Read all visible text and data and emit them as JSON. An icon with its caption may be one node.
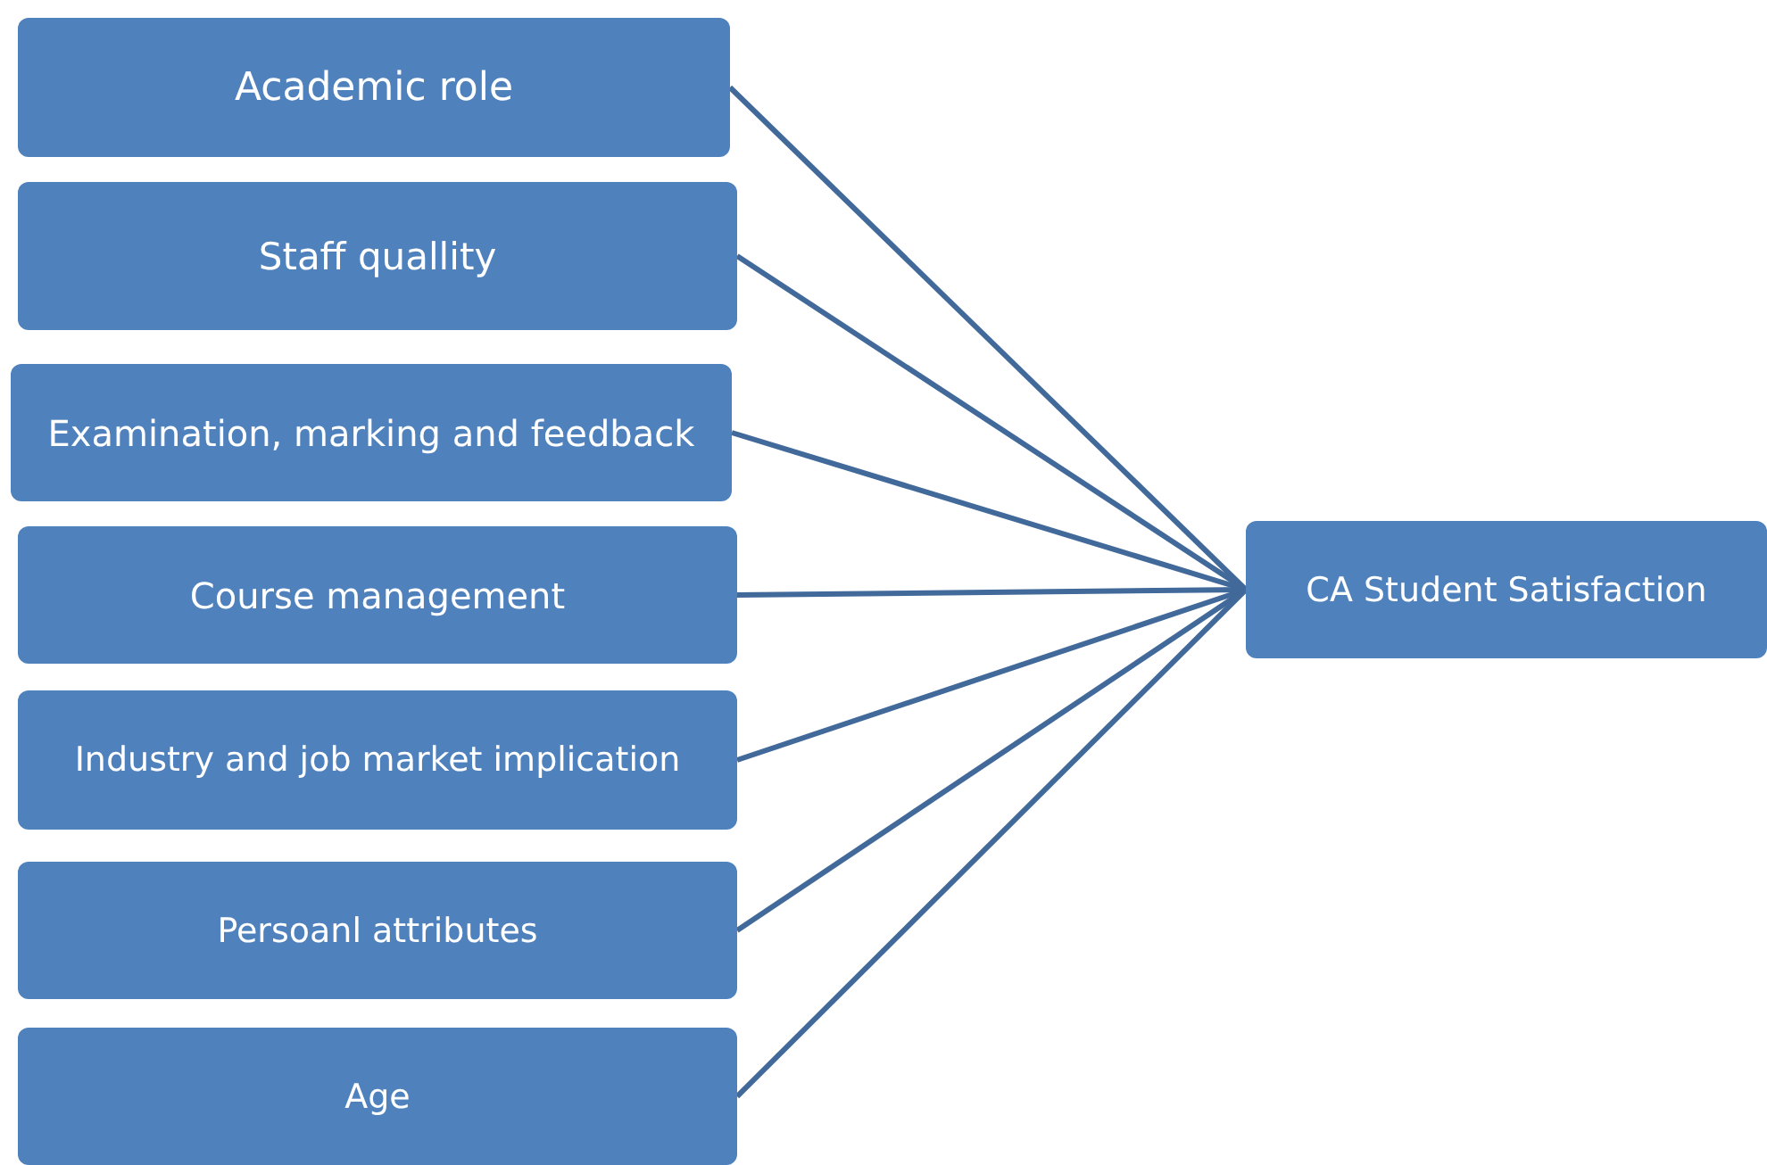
{
  "diagram": {
    "nodes": [
      {
        "text": [
          "Academic role"
        ]
      },
      {
        "text": [
          "Staff quallity"
        ]
      },
      {
        "text": [
          "Examination, marking and feedback"
        ]
      },
      {
        "text": [
          "Course management"
        ]
      },
      {
        "text": [
          "Industry  and job market implication"
        ]
      },
      {
        "text": [
          "Persoanl attributes"
        ]
      },
      {
        "text": [
          "Age"
        ]
      },
      {
        "text": [
          "CA Student Satisfaction"
        ]
      }
    ],
    "edges": [
      {
        "from": 0,
        "to": 7,
        "arrow": "none"
      },
      {
        "from": 1,
        "to": 7,
        "arrow": "none"
      },
      {
        "from": 2,
        "to": 7,
        "arrow": "none"
      },
      {
        "from": 3,
        "to": 7,
        "arrow": "none"
      },
      {
        "from": 4,
        "to": 7,
        "arrow": "none"
      },
      {
        "from": 5,
        "to": 7,
        "arrow": "none"
      },
      {
        "from": 6,
        "to": 7,
        "arrow": "none"
      }
    ]
  }
}
